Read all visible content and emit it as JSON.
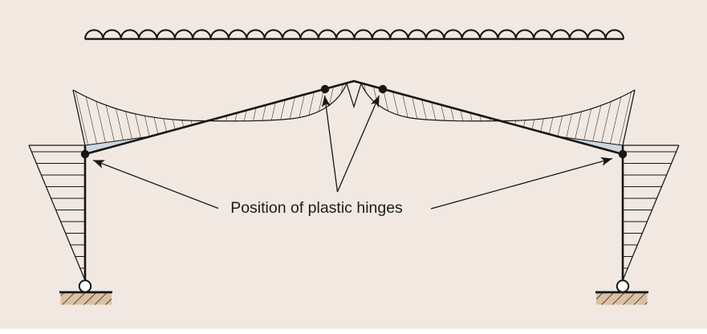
{
  "annotation": {
    "label": "Position of plastic hinges"
  },
  "load": {
    "type": "distributed-load-scallops",
    "bumps": 30
  },
  "hinges": {
    "count": 4,
    "marker": "filled-dot"
  },
  "supports": {
    "count": 2,
    "type": "pinned"
  },
  "colors": {
    "background": "#f0e8e1",
    "line": "#161616",
    "haunch": "#cdd7dd",
    "ground": "#dcc0a2",
    "text": "#1c1c1c"
  }
}
